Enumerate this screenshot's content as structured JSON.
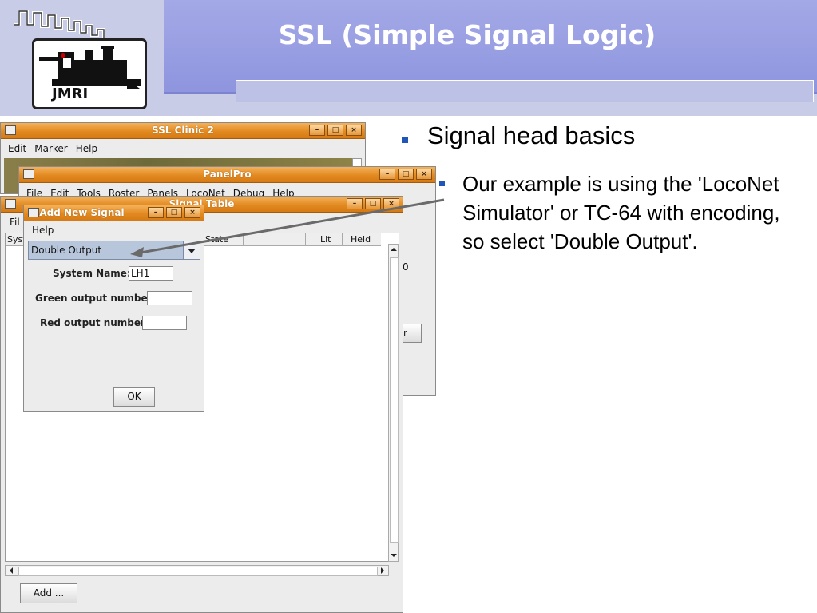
{
  "slide": {
    "title": "SSL (Simple Signal Logic)",
    "logo_text": "JMRI"
  },
  "bullets": {
    "level1": "Signal head basics",
    "level2": "Our example is using the 'LocoNet Simulator' or TC-64 with encoding, so select 'Double Output'."
  },
  "windows": {
    "ssl_clinic": {
      "title": "SSL Clinic 2",
      "menu": [
        "Edit",
        "Marker",
        "Help"
      ]
    },
    "panelpro": {
      "title": "PanelPro",
      "menu": [
        "File",
        "Edit",
        "Tools",
        "Roster",
        "Panels",
        "LocoNet",
        "Debug",
        "Help"
      ],
      "side_text": "0",
      "side_button": "r"
    },
    "signal_table": {
      "title": "Signal Table",
      "menu_partial": "Fil",
      "columns": [
        "Syst",
        "State",
        "Lit",
        "Held"
      ],
      "add_button": "Add ..."
    },
    "add_new_signal": {
      "title": "Add New Signal",
      "menu": [
        "Help"
      ],
      "type_selected": "Double Output",
      "system_name_label": "System Name:",
      "system_name_value": "LH1",
      "green_label": "Green output number:",
      "green_value": "",
      "red_label": "Red output number:",
      "red_value": "",
      "ok_button": "OK"
    }
  },
  "title_buttons": {
    "minimize": "–",
    "maximize": "□",
    "close": "×"
  },
  "colors": {
    "header_blue": "#979de2",
    "header_light": "#c9cce6",
    "bullet": "#1f56b8",
    "titlebar_orange": "#e28a21"
  }
}
